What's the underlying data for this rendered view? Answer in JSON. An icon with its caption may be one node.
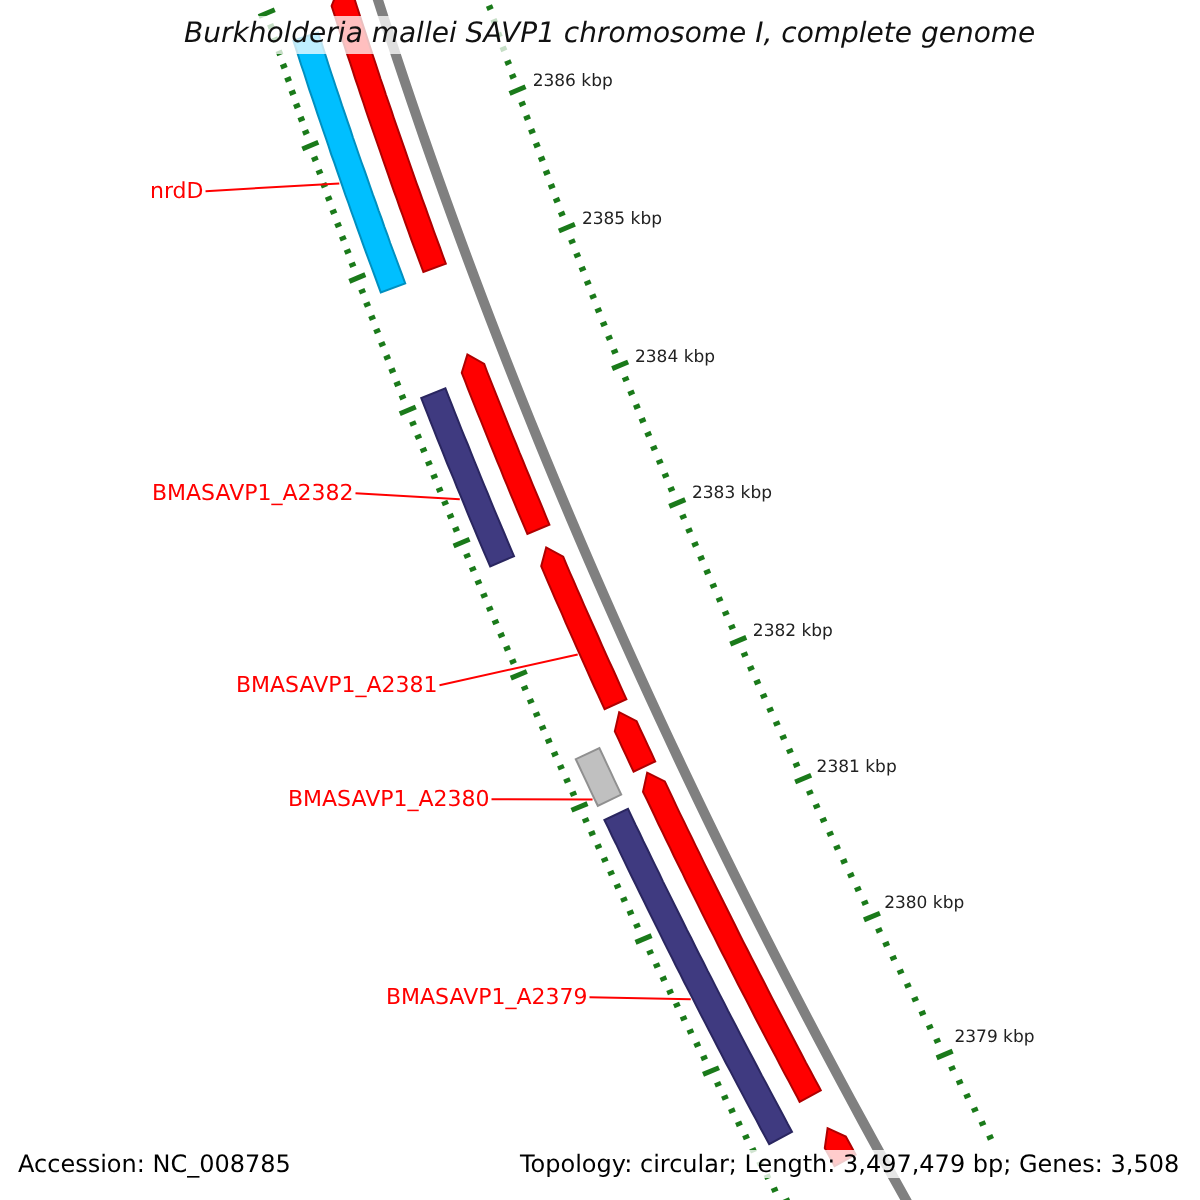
{
  "diagram": {
    "title": "Burkholderia mallei SAVP1 chromosome I, complete genome",
    "nodes": [
      {
        "text": [
          "nrdD"
        ]
      },
      {
        "text": [
          "BMASAVP1_A2382"
        ]
      },
      {
        "text": [
          "BMASAVP1_A2381"
        ]
      },
      {
        "text": [
          "BMASAVP1_A2380"
        ]
      },
      {
        "text": [
          "BMASAVP1_A2379"
        ]
      },
      {
        "text": [],
        "shape": "bar"
      },
      {
        "text": [],
        "shape": "bar"
      },
      {
        "text": [],
        "shape": "bar"
      },
      {
        "text": [],
        "shape": "bar"
      },
      {
        "text": [],
        "shape": "bar"
      },
      {
        "text": [],
        "shape": "bar"
      },
      {
        "text": [],
        "shape": "bar"
      },
      {
        "text": [],
        "shape": "bar"
      },
      {
        "text": [],
        "shape": "bar"
      },
      {
        "text": [],
        "shape": "bar"
      }
    ],
    "edges": [
      {
        "from": 0,
        "to": 5,
        "arrow": "none"
      },
      {
        "from": 1,
        "to": 6,
        "arrow": "none"
      },
      {
        "from": 2,
        "to": 7,
        "arrow": "none"
      },
      {
        "from": 3,
        "to": 8,
        "arrow": "none"
      },
      {
        "from": 4,
        "to": 9,
        "arrow": "none"
      }
    ],
    "labels": [
      "2386 kbp",
      "2385 kbp",
      "2384 kbp",
      "2383 kbp",
      "2382 kbp",
      "2381 kbp",
      "2380 kbp",
      "2379 kbp",
      "Accession: NC_008785",
      "Topology: circular; Length: 3,497,479 bp; Genes: 3,508"
    ]
  }
}
